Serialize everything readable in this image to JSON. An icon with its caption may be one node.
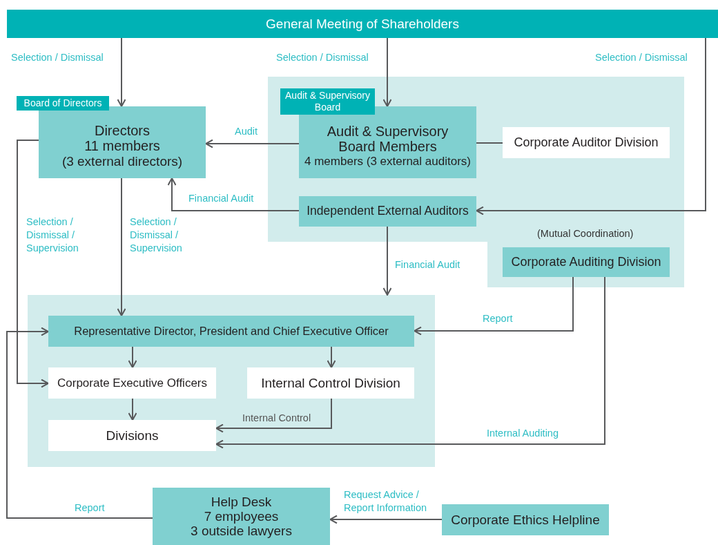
{
  "diagram": {
    "nodes": [
      {
        "text": [
          "General Meeting of Shareholders"
        ]
      },
      {
        "text": [],
        "shape": "box"
      },
      {
        "text": [
          "Board of Directors",
          "Directors",
          "11 members",
          "(3 external directors)"
        ]
      },
      {
        "text": [
          "Audit & Supervisory Board",
          "Audit & Supervisory Board Members",
          "4 members (3 external auditors)"
        ],
        "in": 1
      },
      {
        "text": [
          "Corporate Auditor Division"
        ],
        "in": 1
      },
      {
        "text": [
          "Independent External Auditors"
        ],
        "in": 1
      },
      {
        "text": [
          "Corporate Auditing Division"
        ],
        "beside": [
          "(Mutual Coordination)"
        ],
        "in": 1
      },
      {
        "text": [],
        "shape": "box"
      },
      {
        "text": [
          "Representative Director, President and Chief Executive Officer"
        ],
        "in": 7
      },
      {
        "text": [
          "Corporate Executive Officers"
        ],
        "in": 7
      },
      {
        "text": [
          "Internal Control Division"
        ],
        "in": 7
      },
      {
        "text": [
          "Divisions"
        ],
        "in": 7
      },
      {
        "text": [
          "Help Desk",
          "7 employees",
          "3 outside lawyers"
        ]
      },
      {
        "text": [
          "Corporate Ethics Helpline"
        ]
      }
    ],
    "edges": [
      {
        "from": 0,
        "to": 2,
        "arrow": "to",
        "label": "Selection / Dismissal"
      },
      {
        "from": 0,
        "to": 3,
        "arrow": "to",
        "label": "Selection / Dismissal"
      },
      {
        "from": 0,
        "to": 5,
        "arrow": "to",
        "label": "Selection / Dismissal"
      },
      {
        "from": 3,
        "to": 2,
        "arrow": "to",
        "label": "Audit"
      },
      {
        "from": 3,
        "to": 4,
        "arrow": "none"
      },
      {
        "from": 5,
        "to": 2,
        "arrow": "to",
        "label": "Financial Audit"
      },
      {
        "from": 5,
        "to": 7,
        "arrow": "to",
        "label": "Financial Audit"
      },
      {
        "from": 2,
        "to": 8,
        "arrow": "to",
        "label": "Selection / Dismissal / Supervision"
      },
      {
        "from": 2,
        "to": 9,
        "arrow": "to",
        "label": "Selection / Dismissal / Supervision"
      },
      {
        "from": 6,
        "to": 8,
        "arrow": "to",
        "label": "Report"
      },
      {
        "from": 6,
        "to": 11,
        "arrow": "to",
        "label": "Internal Auditing"
      },
      {
        "from": 8,
        "to": 9,
        "arrow": "to"
      },
      {
        "from": 8,
        "to": 10,
        "arrow": "to"
      },
      {
        "from": 9,
        "to": 11,
        "arrow": "to"
      },
      {
        "from": 10,
        "to": 11,
        "arrow": "to",
        "label": "Internal Control"
      },
      {
        "from": 12,
        "to": 8,
        "arrow": "to",
        "label": "Report"
      },
      {
        "from": 13,
        "to": 12,
        "arrow": "to",
        "label": "Request Advice / Report Information"
      }
    ]
  }
}
